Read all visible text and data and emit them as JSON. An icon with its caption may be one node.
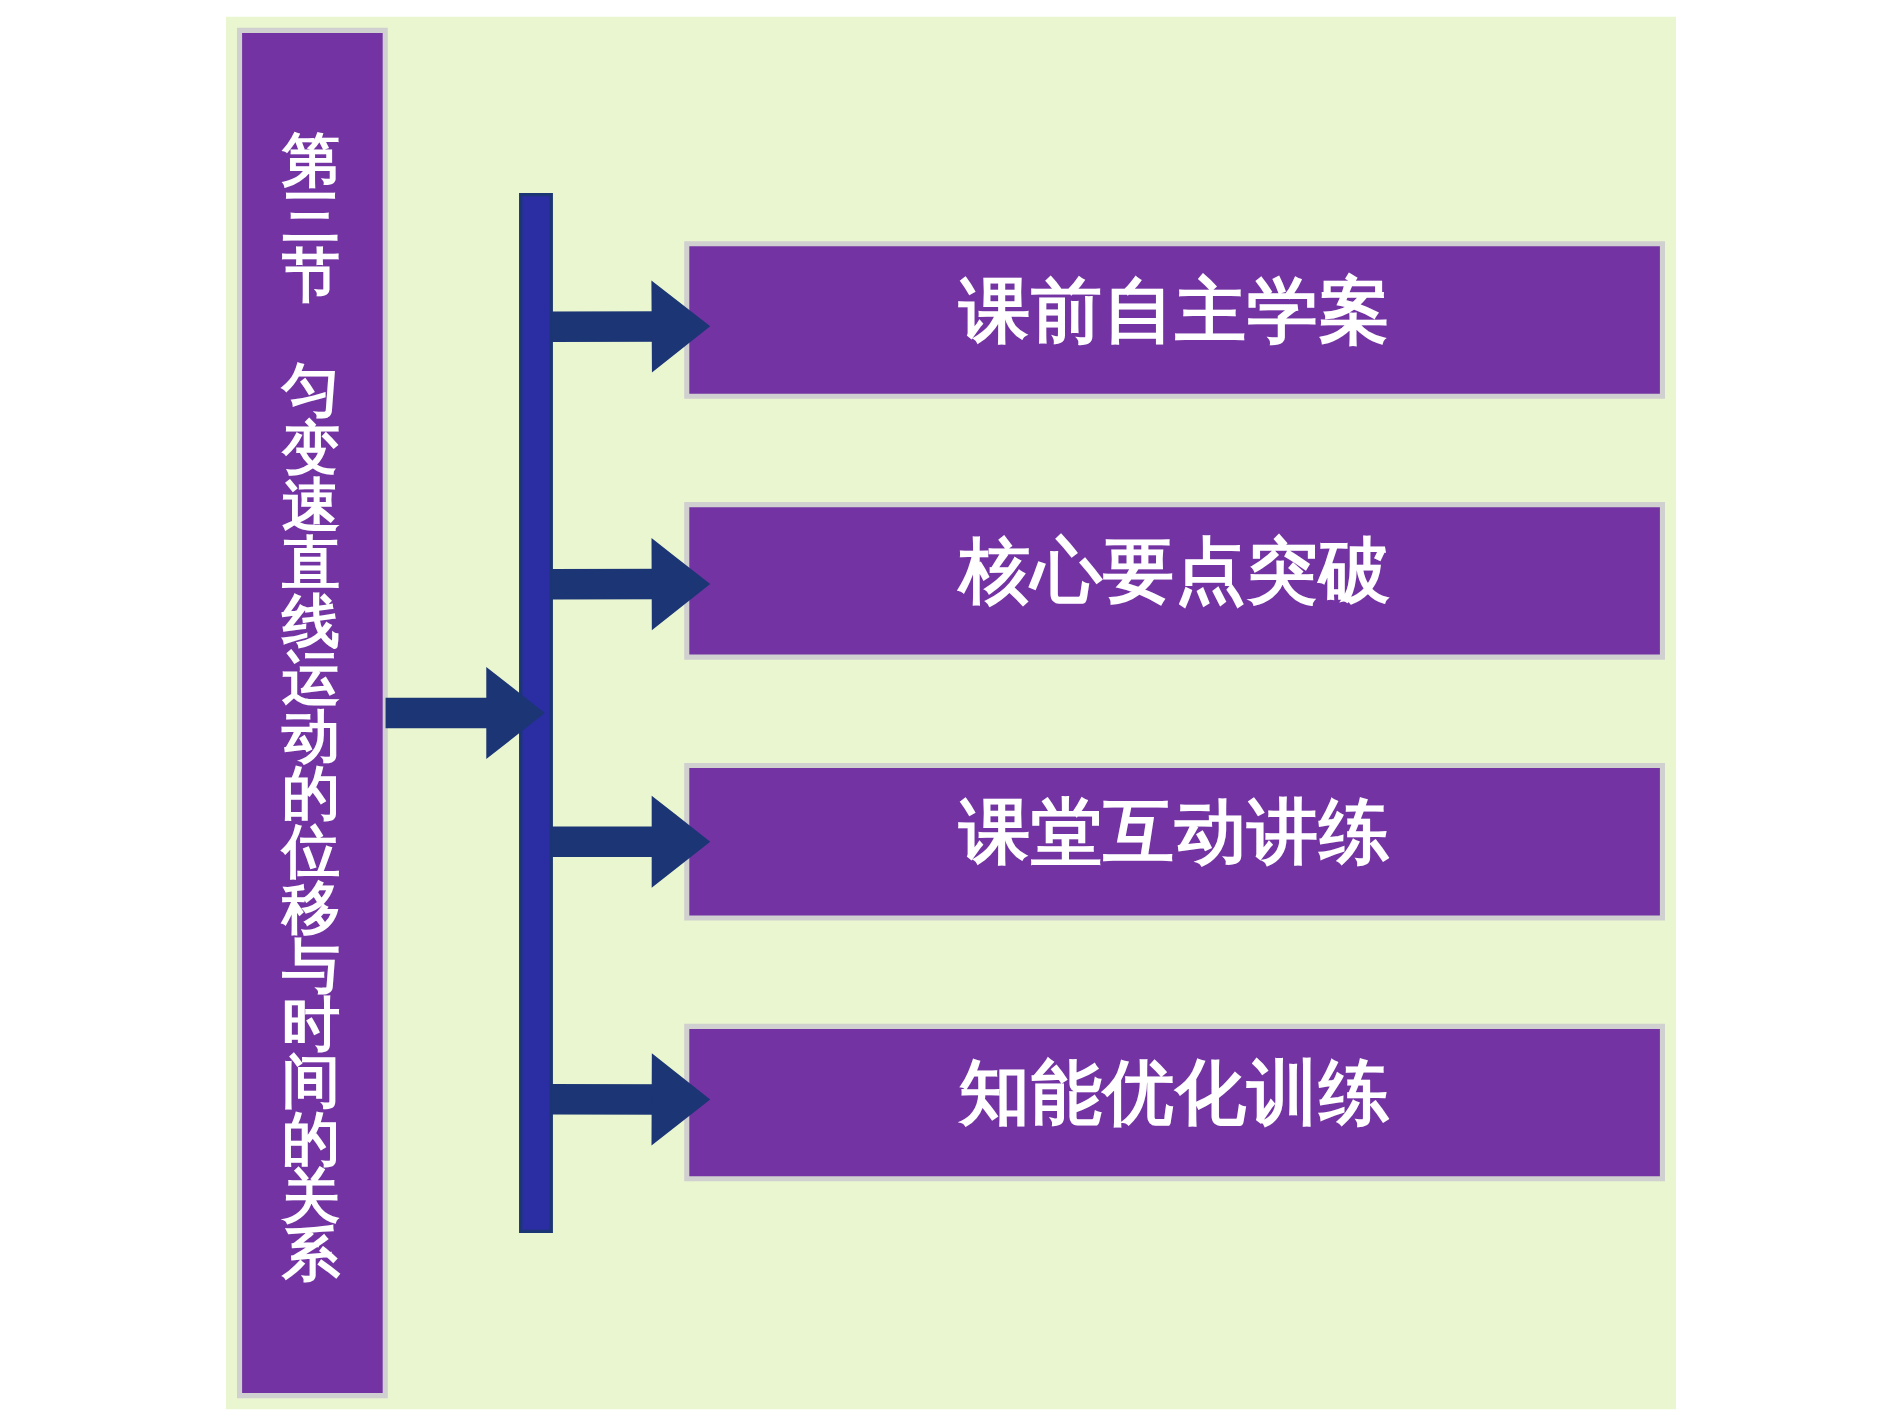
{
  "diagram": {
    "nodes": [
      {
        "text": [
          "第三节",
          "匀变速直线运动的位移与时间的关系"
        ]
      },
      {
        "text": [],
        "shape": "bar"
      },
      {
        "text": [
          "课前自主学案"
        ]
      },
      {
        "text": [
          "核心要点突破"
        ]
      },
      {
        "text": [
          "课堂互动讲练"
        ]
      },
      {
        "text": [
          "知能优化训练"
        ]
      }
    ],
    "edges": [
      {
        "from": 0,
        "to": 1,
        "arrow": "to"
      },
      {
        "from": 1,
        "to": 2,
        "arrow": "to"
      },
      {
        "from": 1,
        "to": 3,
        "arrow": "to"
      },
      {
        "from": 1,
        "to": 4,
        "arrow": "to"
      },
      {
        "from": 1,
        "to": 5,
        "arrow": "to"
      }
    ]
  }
}
